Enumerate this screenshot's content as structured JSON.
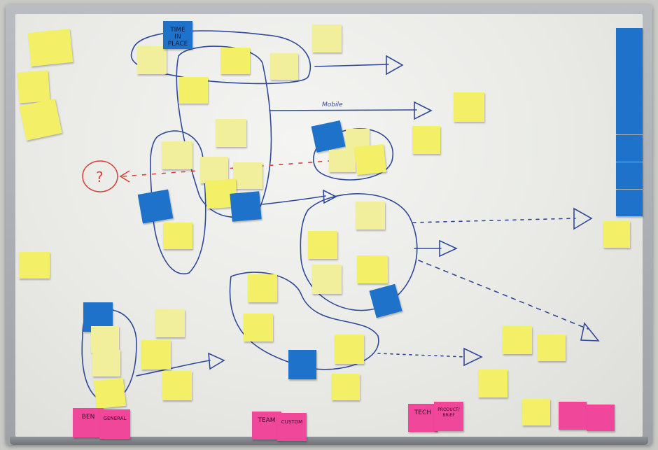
{
  "colors": {
    "yellow": "#f3ef67",
    "pale_yellow": "#f1ee9c",
    "blue": "#1f72c9",
    "pink": "#f0479a",
    "ink": "#2f4a9a",
    "red_ink": "#d9443d"
  },
  "board_text": {
    "mobile_label": "Mobile",
    "question_mark": "?"
  },
  "notes": {
    "time_in_place": "TIME\nIN\nPLACE",
    "ben": "BEN",
    "general": "GENERAL",
    "team": "TEAM",
    "custom": "CUSTOM",
    "tech": "TECH",
    "product_brief": "PRODUCT/\nBRIEF"
  }
}
